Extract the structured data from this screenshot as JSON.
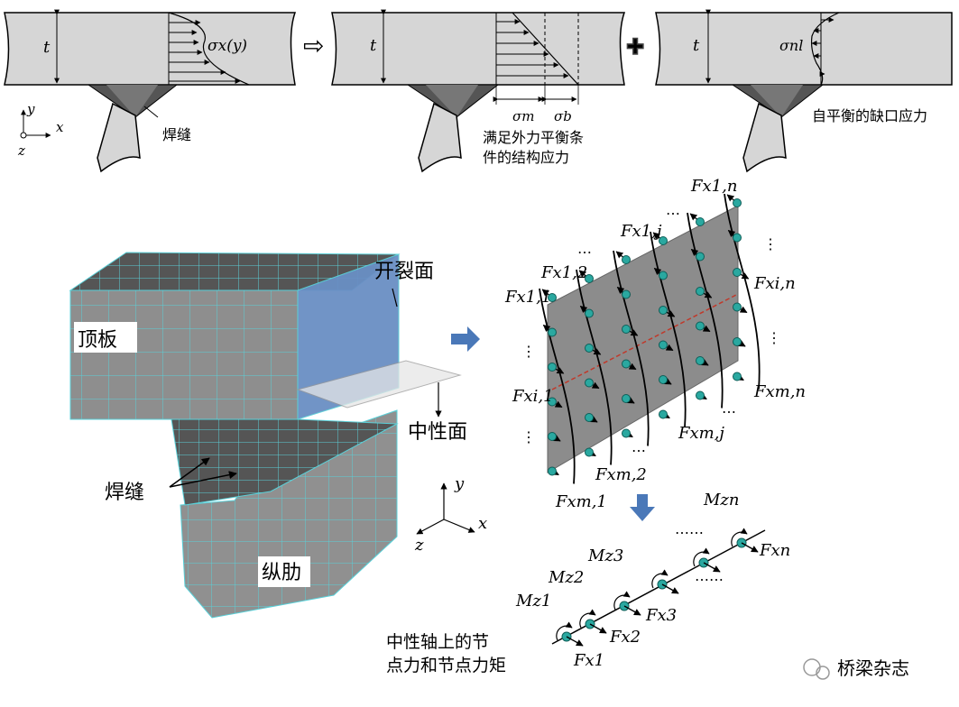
{
  "top": {
    "t_label": "t",
    "sigma_x": "σx(y)",
    "weld": "焊缝",
    "axis_y": "y",
    "axis_x": "x",
    "axis_z": "z",
    "sigma_m": "σm",
    "sigma_b": "σb",
    "structural_stress_1": "满足外力平衡条",
    "structural_stress_2": "件的结构应力",
    "sigma_nl": "σnl",
    "notch_stress": "自平衡的缺口应力",
    "op_arrow": "⇨",
    "op_plus": "✚"
  },
  "bottom": {
    "top_plate": "顶板",
    "crack_face": "开裂面",
    "neutral_face": "中性面",
    "weld": "焊缝",
    "rib": "纵肋",
    "axis_y": "y",
    "axis_x": "x",
    "axis_z": "z",
    "caption_1": "中性轴上的节",
    "caption_2": "点力和节点力矩"
  },
  "forces": {
    "F11": "Fx1,1",
    "F12": "Fx1,2",
    "F1j": "Fx1,j",
    "F1n": "Fx1,n",
    "Fi1": "Fxi,1",
    "Fin": "Fxi,n",
    "Fm1": "Fxm,1",
    "Fm2": "Fxm,2",
    "Fmj": "Fxm,j",
    "Fmn": "Fxm,n",
    "Mz1": "Mz1",
    "Mz2": "Mz2",
    "Mz3": "Mz3",
    "Mzn": "Mzn",
    "Fx1": "Fx1",
    "Fx2": "Fx2",
    "Fx3": "Fx3",
    "Fxn": "Fxn"
  },
  "watermark": "桥梁杂志",
  "colors": {
    "plate": "#d6d6d6",
    "mesh": "#5ad0d8",
    "mesh_face": "#8c8c8c",
    "blue_face": "#6a8fc4",
    "node": "#2aa8a0",
    "neutral_line": "#c0392b",
    "arrow_blue": "#4a78b8"
  }
}
